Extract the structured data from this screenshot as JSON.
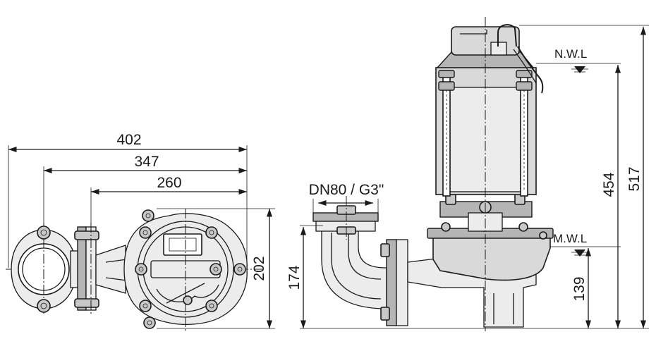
{
  "dimensions": {
    "plan_overall_length": "402",
    "plan_flange_to_end": "347",
    "plan_pump_to_end": "260",
    "plan_height": "202",
    "outlet_size": "DN80 / G3\"",
    "outlet_height": "174",
    "mwl_height": "139",
    "nwl_height": "454",
    "overall_height": "517"
  },
  "labels": {
    "normal_water_level": "N.W.L",
    "minimum_water_level": "M.W.L"
  }
}
